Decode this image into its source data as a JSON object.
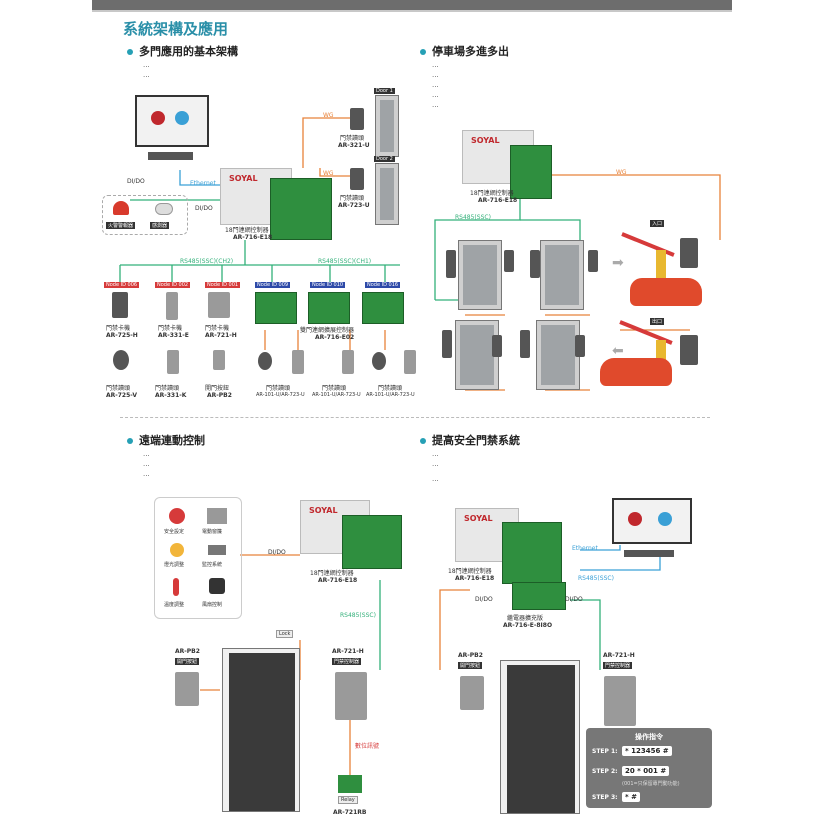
{
  "page_title": "系統架構及應用",
  "sections": {
    "multi_door": {
      "title": "多門應用的基本架構",
      "desc_1": "···",
      "desc_2": "···",
      "labels": {
        "door1": "Door 1",
        "door2": "Door 2",
        "wg1": "WG",
        "wg2": "WG",
        "reader1": "門禁讀頭",
        "reader1_model": "AR-321-U",
        "reader2": "門禁讀頭",
        "reader2_model": "AR-723-U",
        "dido1": "DI/DO",
        "dido2": "DI/DO",
        "ethernet": "Ethernet",
        "fire_alarm": "火警警報器",
        "smoke": "感測器",
        "ctrl_brand": "SOYAL",
        "ctrl_name": "18門連網控制器",
        "ctrl_model": "AR-716-E18",
        "rs485_ch2": "RS485(SSC)(CH2)",
        "rs485_ch1": "RS485(SSC)(CH1)",
        "node1": "Node ID 006",
        "node2": "Node ID 002",
        "node3": "Node ID 001",
        "node4": "Node ID 009",
        "node5": "Node ID 010",
        "node6": "Node ID 016",
        "r_725h": "門禁卡機",
        "r_725h_model": "AR-725-H",
        "r_331e": "門禁卡機",
        "r_331e_model": "AR-331-E",
        "r_721h": "門禁卡機",
        "r_721h_model": "AR-721-H",
        "dual_ctrl": "雙門連網擴展控制器",
        "dual_ctrl_model": "AR-716-E02",
        "r_725v": "門禁讀頭",
        "r_725v_model": "AR-725-V",
        "r_331k": "門禁讀頭",
        "r_331k_model": "AR-331-K",
        "r_pb2": "開門按鈕",
        "r_pb2_model": "AR-PB2",
        "r_g1": "門禁讀頭",
        "r_g1_model": "AR-101-U/AR-723-U",
        "r_g2": "門禁讀頭",
        "r_g2_model": "AR-101-U/AR-723-U",
        "r_g3": "門禁讀頭",
        "r_g3_model": "AR-101-U/AR-723-U"
      }
    },
    "parking": {
      "title": "停車場多進多出",
      "desc_1": "···",
      "desc_2": "···",
      "desc_3": "···",
      "desc_4": "···",
      "desc_5": "···",
      "labels": {
        "ctrl_brand": "SOYAL",
        "ctrl_name": "18門連網控制器",
        "ctrl_model": "AR-716-E18",
        "rs485": "RS485(SSC)",
        "wg": "WG",
        "entry": "入口",
        "exit": "出口"
      }
    },
    "remote": {
      "title": "遠端連動控制",
      "desc_1": "···",
      "desc_2": "···",
      "desc_3": "···",
      "labels": {
        "i_security": "安全設定",
        "i_curtain": "電動窗簾",
        "i_light": "燈光調整",
        "i_camera": "監控系統",
        "i_temp": "溫度調整",
        "i_air": "風扇控制",
        "dido": "DI/DO",
        "ctrl_brand": "SOYAL",
        "ctrl_name": "18門連網控制器",
        "ctrl_model": "AR-716-E18",
        "rs485": "RS485(SSC)",
        "pb2": "AR-PB2",
        "pb2_name": "開門按鈕",
        "lock": "Lock",
        "h721": "AR-721-H",
        "h721_name": "門禁控制器",
        "alarm": "數位訊號",
        "relay": "Relay",
        "relay_model": "AR-721RB"
      }
    },
    "security": {
      "title": "提高安全門禁系統",
      "desc_1": "···",
      "desc_2": "···",
      "desc_3": "···",
      "labels": {
        "ctrl_brand": "SOYAL",
        "ctrl_name": "18門連網控制器",
        "ctrl_model": "AR-716-E18",
        "ethernet": "Ethernet",
        "rs485": "RS485(SSC)",
        "dido1": "DI/DO",
        "dido2": "DI/DO",
        "ext_name": "繼電器擴充版",
        "ext_model": "AR-716-E-8I8O",
        "pb2": "AR-PB2",
        "pb2_name": "開門按鈕",
        "h721": "AR-721-H",
        "h721_name": "門禁控制器"
      },
      "op": {
        "title": "操作指令",
        "step1_label": "STEP 1:",
        "step1_value": "* 123456 #",
        "step2_label": "STEP 2:",
        "step2_value": "20 * 001 #",
        "step2_note": "(001=只保留專門動功能)",
        "step3_label": "STEP 3:",
        "step3_value": "* #"
      }
    }
  },
  "colors": {
    "accent": "#26a0b5",
    "wire_orange": "#e8823a",
    "wire_green": "#33b07a",
    "wire_blue": "#3aa0d6",
    "soyal_red": "#c0282d"
  }
}
